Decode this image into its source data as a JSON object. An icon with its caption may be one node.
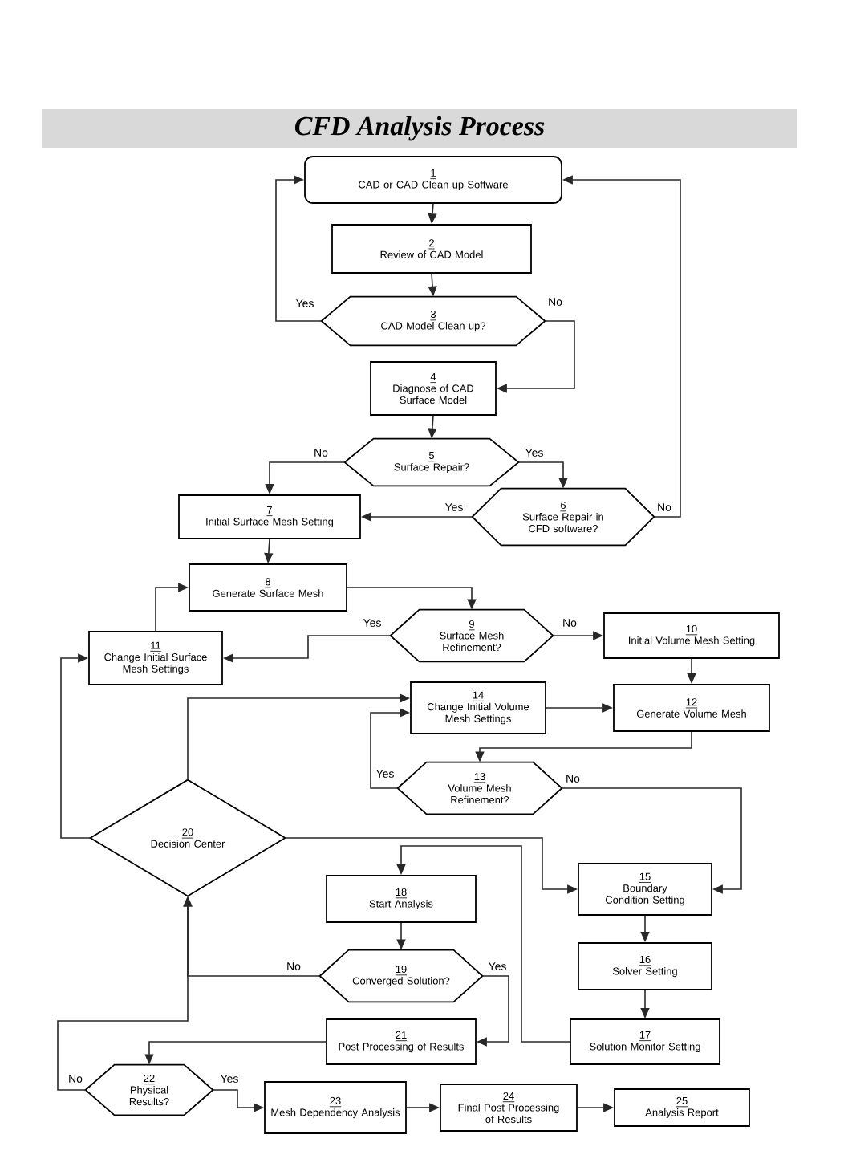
{
  "diagram": {
    "title": "CFD Analysis Process",
    "nodes": [
      {
        "text": [
          "1",
          "CAD or CAD Clean up Software"
        ]
      },
      {
        "text": [
          "2",
          "Review of CAD Model"
        ]
      },
      {
        "text": [
          "3",
          "CAD Model Clean up?"
        ]
      },
      {
        "text": [
          "4",
          "Diagnose of CAD Surface Model"
        ]
      },
      {
        "text": [
          "5",
          "Surface Repair?"
        ]
      },
      {
        "text": [
          "6",
          "Surface Repair in CFD software?"
        ]
      },
      {
        "text": [
          "7",
          "Initial Surface Mesh Setting"
        ]
      },
      {
        "text": [
          "8",
          "Generate Surface Mesh"
        ]
      },
      {
        "text": [
          "9",
          "Surface Mesh Refinement?"
        ]
      },
      {
        "text": [
          "10",
          "Initial Volume Mesh Setting"
        ]
      },
      {
        "text": [
          "11",
          "Change Initial Surface Mesh Settings"
        ]
      },
      {
        "text": [
          "12",
          "Generate Volume Mesh"
        ]
      },
      {
        "text": [
          "13",
          "Volume Mesh Refinement?"
        ]
      },
      {
        "text": [
          "14",
          "Change Initial Volume Mesh Settings"
        ]
      },
      {
        "text": [
          "15",
          "Boundary Condition Setting"
        ]
      },
      {
        "text": [
          "16",
          "Solver Setting"
        ]
      },
      {
        "text": [
          "17",
          "Solution Monitor Setting"
        ]
      },
      {
        "text": [
          "18",
          "Start Analysis"
        ]
      },
      {
        "text": [
          "19",
          "Converged Solution?"
        ]
      },
      {
        "text": [
          "20",
          "Decision Center"
        ]
      },
      {
        "text": [
          "21",
          "Post Processing of Results"
        ]
      },
      {
        "text": [
          "22",
          "Physical Results?"
        ]
      },
      {
        "text": [
          "23",
          "Mesh Dependency Analysis"
        ]
      },
      {
        "text": [
          "24",
          "Final Post Processing of Results"
        ]
      },
      {
        "text": [
          "25",
          "Analysis Report"
        ]
      }
    ],
    "edges": [
      {
        "from": 0,
        "to": 1,
        "arrow": "to"
      },
      {
        "from": 1,
        "to": 2,
        "arrow": "to"
      },
      {
        "from": 2,
        "to": 0,
        "arrow": "to",
        "label": "Yes"
      },
      {
        "from": 2,
        "to": 3,
        "arrow": "to",
        "label": "No"
      },
      {
        "from": 3,
        "to": 4,
        "arrow": "to"
      },
      {
        "from": 4,
        "to": 6,
        "arrow": "to",
        "label": "No"
      },
      {
        "from": 4,
        "to": 5,
        "arrow": "to",
        "label": "Yes"
      },
      {
        "from": 5,
        "to": 6,
        "arrow": "to",
        "label": "Yes"
      },
      {
        "from": 5,
        "to": 0,
        "arrow": "to",
        "label": "No"
      },
      {
        "from": 6,
        "to": 7,
        "arrow": "to"
      },
      {
        "from": 7,
        "to": 8,
        "arrow": "to"
      },
      {
        "from": 8,
        "to": 10,
        "arrow": "to",
        "label": "Yes"
      },
      {
        "from": 8,
        "to": 9,
        "arrow": "to",
        "label": "No"
      },
      {
        "from": 10,
        "to": 7,
        "arrow": "to"
      },
      {
        "from": 9,
        "to": 11,
        "arrow": "to"
      },
      {
        "from": 13,
        "to": 11,
        "arrow": "to"
      },
      {
        "from": 11,
        "to": 12,
        "arrow": "to"
      },
      {
        "from": 12,
        "to": 13,
        "arrow": "to",
        "label": "Yes"
      },
      {
        "from": 12,
        "to": 14,
        "arrow": "to",
        "label": "No"
      },
      {
        "from": 19,
        "to": 10,
        "arrow": "to"
      },
      {
        "from": 19,
        "to": 13,
        "arrow": "to"
      },
      {
        "from": 19,
        "to": 14,
        "arrow": "to"
      },
      {
        "from": 14,
        "to": 15,
        "arrow": "to"
      },
      {
        "from": 15,
        "to": 16,
        "arrow": "to"
      },
      {
        "from": 16,
        "to": 17,
        "arrow": "to"
      },
      {
        "from": 17,
        "to": 18,
        "arrow": "to"
      },
      {
        "from": 18,
        "to": 19,
        "arrow": "to",
        "label": "No"
      },
      {
        "from": 18,
        "to": 20,
        "arrow": "to",
        "label": "Yes"
      },
      {
        "from": 20,
        "to": 21,
        "arrow": "to"
      },
      {
        "from": 21,
        "to": 19,
        "arrow": "to",
        "label": "No"
      },
      {
        "from": 21,
        "to": 22,
        "arrow": "to",
        "label": "Yes"
      },
      {
        "from": 22,
        "to": 23,
        "arrow": "to"
      },
      {
        "from": 23,
        "to": 24,
        "arrow": "to"
      }
    ]
  }
}
